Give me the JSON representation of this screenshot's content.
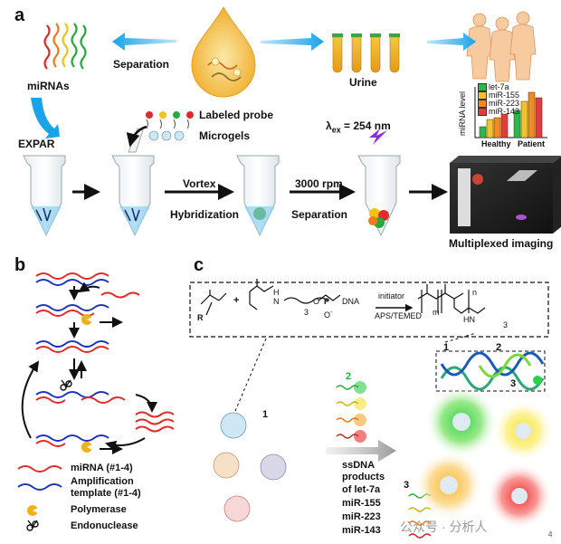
{
  "panels": {
    "a": {
      "letter": "a",
      "mirnas": "miRNAs",
      "separation_top": "Separation",
      "urine": "Urine",
      "expar": "EXPAR",
      "labeled_probe": "Labeled probe",
      "microgels": "Microgels",
      "vortex": "Vortex",
      "hybridization": "Hybridization",
      "rpm": "3000 rpm",
      "separation_bottom": "Separation",
      "lambda_prefix": "λ",
      "lambda_sub": "ex",
      "lambda_suffix": " = 254 nm",
      "multiplexed": "Multiplexed imaging",
      "inset": {
        "ylabel": "miRNA level",
        "legend": [
          "let-7a",
          "miR-155",
          "miR-223",
          "miR-143"
        ],
        "groups": [
          "Healthy",
          "Patient"
        ],
        "colors": [
          "#2db84d",
          "#f2c230",
          "#f08a24",
          "#e23b3b"
        ]
      }
    },
    "b": {
      "letter": "b",
      "legend": {
        "mirna": "miRNA (#1-4)",
        "amplification_1": "Amplification",
        "amplification_2": "template (#1-4)",
        "polymerase": "Polymerase",
        "endonuclease": "Endonuclease"
      }
    },
    "c": {
      "letter": "c",
      "reaction": {
        "r": "R",
        "plus": "+",
        "h": "H",
        "n_atom": "N",
        "sub3": "3",
        "o": "O",
        "p": "P",
        "o_minus": "O",
        "minus": "-",
        "dna": "DNA",
        "initiator": "initiator",
        "aps": "APS/TEMED",
        "m": "m",
        "n": "n",
        "hn": "HN",
        "sub3b": "3"
      },
      "labels": {
        "one_a": "1",
        "two_a": "2",
        "one_b": "1",
        "two_b": "2",
        "three_b": "3",
        "three_c": "3"
      },
      "ssdna": {
        "line1": "ssDNA",
        "line2": "products",
        "line3": "of let-7a",
        "items": [
          "miR-155",
          "miR-223",
          "miR-143"
        ]
      }
    }
  },
  "watermark": "公众号 · 分析人",
  "page_number": "4"
}
